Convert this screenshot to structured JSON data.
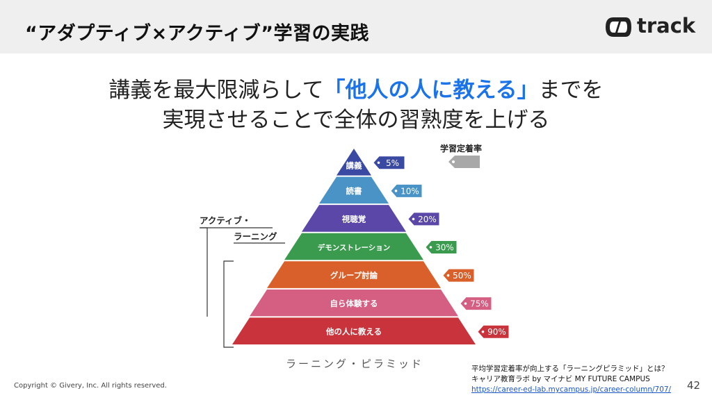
{
  "header": {
    "title": "“アダプティブ×アクティブ”学習の実践",
    "logo_text": "track"
  },
  "headline": {
    "line1_before": "講義を最大限減らして",
    "line1_highlight": "「他人の人に教える」",
    "line1_after": "までを",
    "line2": "実現させることで全体の習熟度を上げる"
  },
  "diagram": {
    "legend_label": "学習定着率",
    "active_label_line1": "アクティブ・",
    "active_label_line2": "ラーニング",
    "pyramid_title": "ラーニング・ピラミッド",
    "levels": [
      {
        "label": "講義",
        "rate": "5%",
        "color": "#3a4aa3"
      },
      {
        "label": "読書",
        "rate": "10%",
        "color": "#4a93c6"
      },
      {
        "label": "視聴覚",
        "rate": "20%",
        "color": "#5a47a8"
      },
      {
        "label": "デモンストレーション",
        "rate": "30%",
        "color": "#3a9a4e"
      },
      {
        "label": "グループ討論",
        "rate": "50%",
        "color": "#d9602a"
      },
      {
        "label": "自ら体験する",
        "rate": "75%",
        "color": "#d45f82"
      },
      {
        "label": "他の人に教える",
        "rate": "90%",
        "color": "#c9343c"
      }
    ]
  },
  "source": {
    "line1": "平均学習定着率が向上する「ラーニングピラミッド」とは？",
    "line2": "キャリア教育ラボ by マイナビ MY FUTURE CAMPUS",
    "url": "https://career-ed-lab.mycampus.jp/career-column/707/"
  },
  "footer": {
    "copyright": "Copyright © Givery, Inc. All rights reserved.",
    "page_number": "42"
  }
}
